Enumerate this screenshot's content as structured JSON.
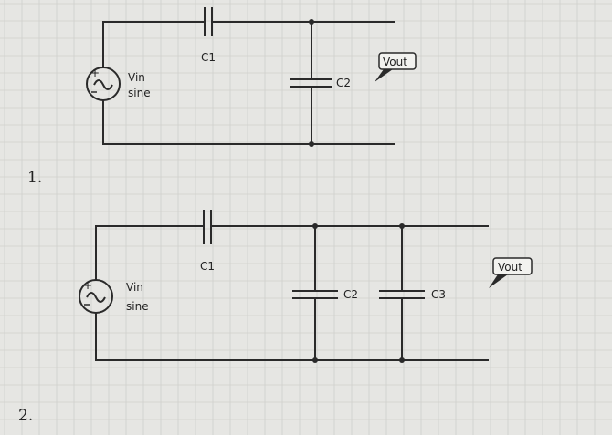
{
  "diagrams": [
    {
      "number": "1.",
      "source": {
        "name": "Vin",
        "type": "sine"
      },
      "components": [
        "C1",
        "C2"
      ],
      "output_label": "Vout"
    },
    {
      "number": "2.",
      "source": {
        "name": "Vin",
        "type": "sine"
      },
      "components": [
        "C1",
        "C2",
        "C3"
      ],
      "output_label": "Vout"
    }
  ],
  "colors": {
    "paper": "#e6e6e3",
    "grid": "#cfd0cc",
    "wire": "#2a2a2a"
  }
}
